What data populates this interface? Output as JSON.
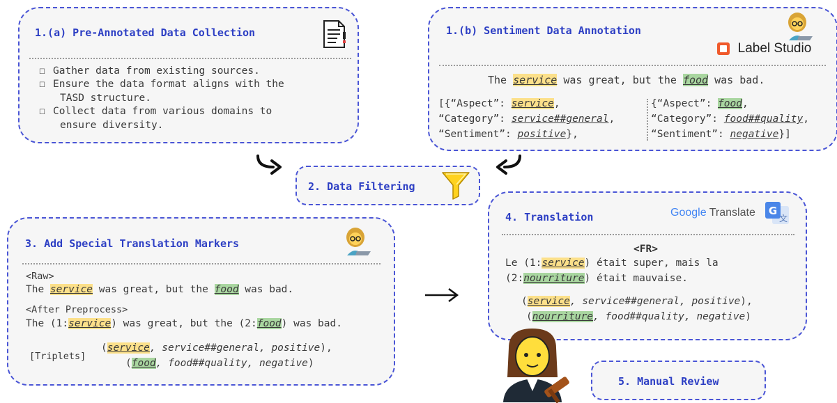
{
  "box1a": {
    "title": "1.(a) Pre-Annotated Data Collection",
    "bullet_icon": "☐",
    "bullets": [
      [
        "Gather data from existing sources."
      ],
      [
        "Ensure the data format aligns with the",
        "TASD structure."
      ],
      [
        "Collect data from various domains to",
        "ensure diversity."
      ]
    ],
    "icon": "document-icon"
  },
  "box1b": {
    "title": "1.(b) Sentiment Data Annotation",
    "logo_text": "Label Studio",
    "sentence": {
      "before": "The ",
      "aspect1": "service",
      "middle": " was great, but the ",
      "aspect2": "food",
      "after": " was bad."
    },
    "left": {
      "l1a": "[{“Aspect”: ",
      "l1b": "service",
      "l1c": ",",
      "l2a": " “Category”: ",
      "l2b": "service##general",
      "l2c": ",",
      "l3a": " “Sentiment”: ",
      "l3b": "positive",
      "l3c": "},"
    },
    "right": {
      "l1a": "{“Aspect”: ",
      "l1b": "food",
      "l1c": ",",
      "l2a": " “Category”: ",
      "l2b": "food##quality",
      "l2c": ",",
      "l3a": " “Sentiment”: ",
      "l3b": "negative",
      "l3c": "}]"
    }
  },
  "box2": {
    "title": "2. Data Filtering"
  },
  "box3": {
    "title": "3. Add Special Translation Markers",
    "raw_label": "<Raw>",
    "raw": {
      "a": "The ",
      "b": "service",
      "c": " was great, but the ",
      "d": "food",
      "e": " was bad."
    },
    "after_label": "<After Preprocess>",
    "after": {
      "a": "The (1:",
      "b": "service",
      "c": ") was great, but the (2:",
      "d": "food",
      "e": ") was bad."
    },
    "triplets_label": "[Triplets]",
    "t1": {
      "a": "(",
      "b": "service",
      "c": ", service##general, positive",
      "d": "),"
    },
    "t2": {
      "a": "(",
      "b": "food",
      "c": ", food##quality, negative",
      "d": ")"
    }
  },
  "box4": {
    "title": "4. Translation",
    "logo_google": "Google",
    "logo_translate": " Translate",
    "lang": "<FR>",
    "line1": {
      "a": "Le (1:",
      "b": "service",
      "c": ") était super, mais la"
    },
    "line2": {
      "a": "(2:",
      "b": "nourriture",
      "c": ") était mauvaise."
    },
    "t1": {
      "a": "(",
      "b": "service",
      "c": ", service##general, positive",
      "d": "),"
    },
    "t2": {
      "a": "(",
      "b": "nourriture",
      "c": ", food##quality, negative",
      "d": ")"
    }
  },
  "box5": {
    "title": "5. Manual Review"
  },
  "colors": {
    "border": "#4a55d6",
    "title": "#2d3fc4",
    "yellow": "#fce08a",
    "green": "#a9d6a0"
  }
}
